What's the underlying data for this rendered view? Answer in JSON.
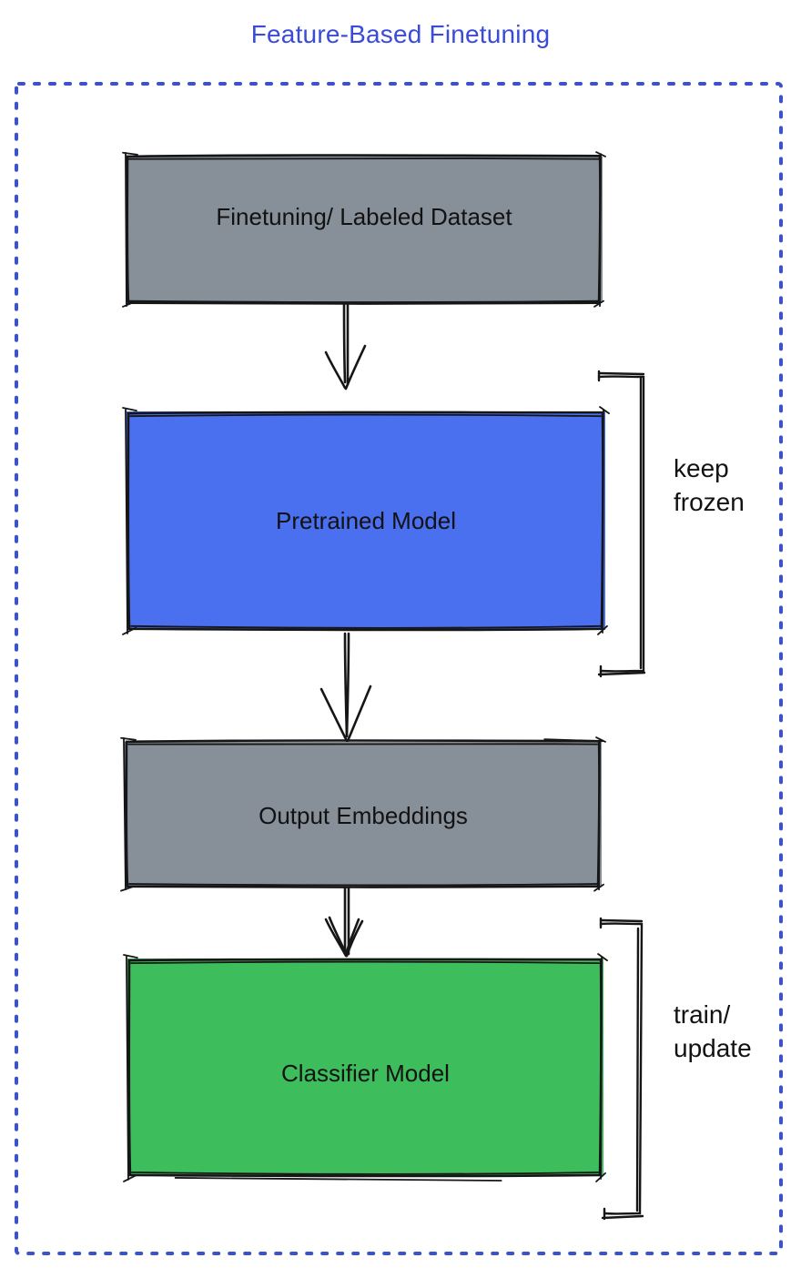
{
  "title": {
    "text": "Feature-Based Finetuning"
  },
  "palette": {
    "title_blue": "#3A4BD8",
    "frame_dotted_blue": "#3B52CA",
    "box_gray": "#878F99",
    "box_blue": "#4A6FEF",
    "box_green": "#3DBD5B",
    "ink_black": "#161616"
  },
  "nodes": {
    "dataset": {
      "label": "Finetuning/ Labeled Dataset",
      "fill": "#878F99"
    },
    "pretrained": {
      "label": "Pretrained Model",
      "fill": "#4A6FEF"
    },
    "embeddings": {
      "label": "Output Embeddings",
      "fill": "#878F99"
    },
    "classifier": {
      "label": "Classifier Model",
      "fill": "#3DBD5B"
    }
  },
  "annotations": {
    "keep_frozen": {
      "line1": "keep",
      "line2": "frozen",
      "target": "pretrained"
    },
    "train_update": {
      "line1": "train/",
      "line2": "update",
      "target": "classifier"
    }
  },
  "edges": [
    {
      "from": "dataset",
      "to": "pretrained"
    },
    {
      "from": "pretrained",
      "to": "embeddings"
    },
    {
      "from": "embeddings",
      "to": "classifier"
    }
  ]
}
